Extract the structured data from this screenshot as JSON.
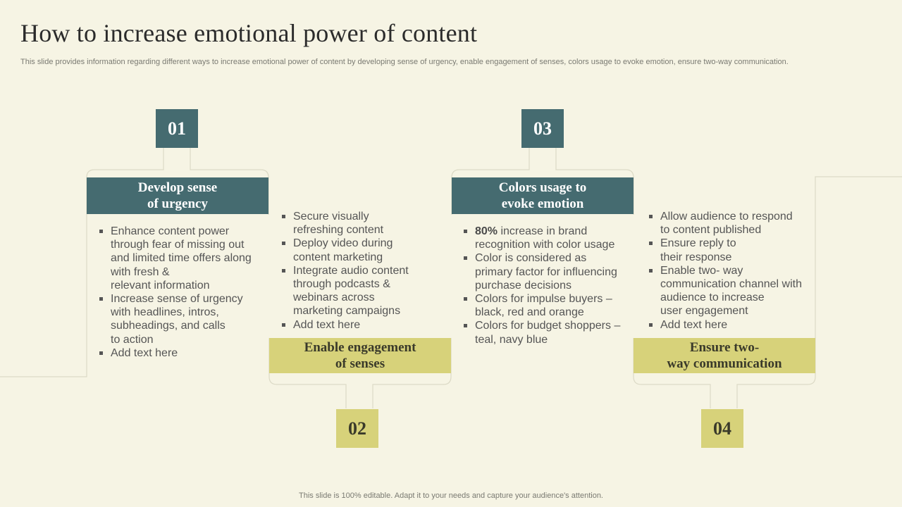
{
  "title": "How to increase emotional power of content",
  "subtitle": "This slide provides information regarding different ways to increase emotional power of content by developing sense of urgency, enable engagement of senses, colors usage to evoke emotion, ensure two-way communication.",
  "footer": "This slide is 100% editable. Adapt it to your needs and capture your audience's attention.",
  "colors": {
    "teal": "#456b70",
    "khaki": "#d7d27a",
    "background": "#f6f4e4"
  },
  "steps": [
    {
      "number": "01",
      "header_line1": "Develop sense",
      "header_line2": "of urgency",
      "bullets": [
        [
          "Enhance content power",
          "through fear of missing out",
          "and limited time offers along",
          "with fresh &",
          "relevant information"
        ],
        [
          "Increase sense of urgency",
          "with headlines, intros,",
          "subheadings, and calls",
          "to action"
        ],
        [
          "Add text here"
        ]
      ]
    },
    {
      "number": "02",
      "header_line1": "Enable engagement",
      "header_line2": "of senses",
      "bullets": [
        [
          "Secure visually",
          "refreshing content"
        ],
        [
          "Deploy video during",
          "content marketing"
        ],
        [
          "Integrate audio content",
          "through podcasts &",
          "webinars across",
          "marketing campaigns"
        ],
        [
          "Add text here"
        ]
      ]
    },
    {
      "number": "03",
      "header_line1": "Colors usage to",
      "header_line2": "evoke emotion",
      "bullet1_bold": "80%",
      "bullet1_line1_rest": " increase in brand",
      "bullet1_line2": "recognition with color usage",
      "bullets": [
        [
          "Color is considered as",
          "primary factor for influencing",
          "purchase decisions"
        ],
        [
          "Colors for impulse buyers –",
          "black, red and orange"
        ],
        [
          "Colors for budget shoppers –",
          "teal, navy blue"
        ]
      ]
    },
    {
      "number": "04",
      "header_line1": "Ensure two-",
      "header_line2": "way communication",
      "bullets": [
        [
          "Allow audience to respond",
          "to content published"
        ],
        [
          "Ensure reply to",
          "their response"
        ],
        [
          "Enable two- way",
          "communication channel with",
          "audience to increase",
          "user engagement"
        ],
        [
          "Add text here"
        ]
      ]
    }
  ]
}
